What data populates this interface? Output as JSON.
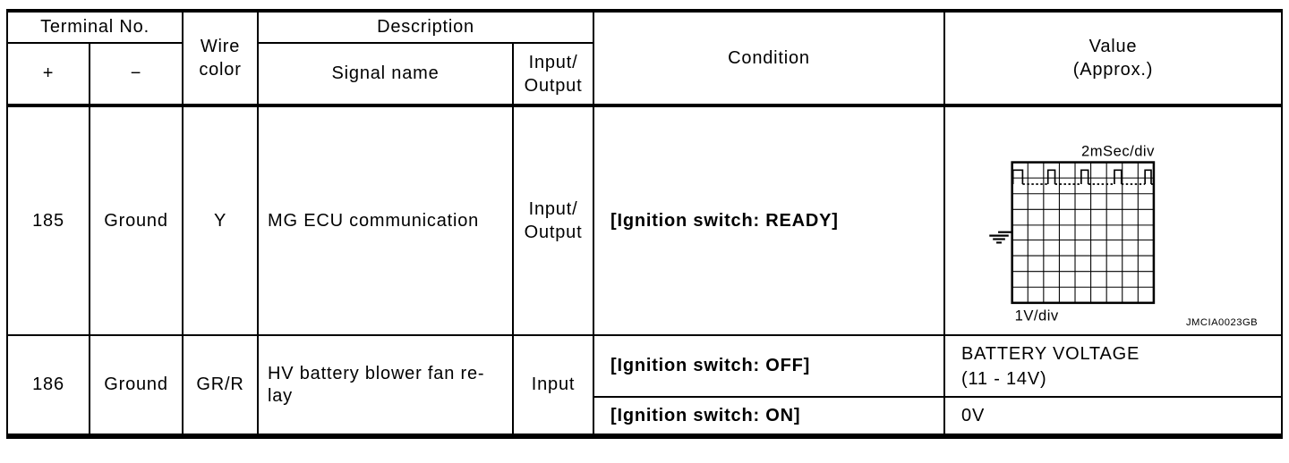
{
  "colors": {
    "ink": "#000000",
    "paper": "#ffffff"
  },
  "table": {
    "header": {
      "terminal_no": "Terminal No.",
      "plus": "+",
      "minus": "−",
      "wire_color": "Wire\ncolor",
      "description": "Description",
      "signal_name": "Signal name",
      "input_output": "Input/\nOutput",
      "condition": "Condition",
      "value": "Value\n(Approx.)"
    },
    "rows": [
      {
        "terminal_plus": "185",
        "terminal_minus": "Ground",
        "wire_color": "Y",
        "signal_name": "MG ECU communication",
        "input_output": "Input/\nOutput",
        "conditions": [
          {
            "condition": "[Ignition switch: READY]",
            "value": "waveform figure"
          }
        ]
      },
      {
        "terminal_plus": "186",
        "terminal_minus": "Ground",
        "wire_color": "GR/R",
        "signal_name": "HV battery blower fan re-\nlay",
        "input_output": "Input",
        "conditions": [
          {
            "condition": "[Ignition switch: OFF]",
            "value": "BATTERY VOLTAGE\n(11 - 14V)"
          },
          {
            "condition": "[Ignition switch: ON]",
            "value": "0V"
          }
        ]
      }
    ]
  },
  "waveform": {
    "time_per_div": "2mSec/div",
    "volts_per_div": "1V/div",
    "figure_code": "JMCIA0023GB",
    "grid_cols": 9,
    "grid_rows": 9,
    "trace": "pulse train: baseline ~1.4 div below grid top, pulses ~1 V high, ~0.45 div wide, period ~2 div, dashed noisy baseline between pulses, ground reference marker at grid mid-height on left"
  }
}
